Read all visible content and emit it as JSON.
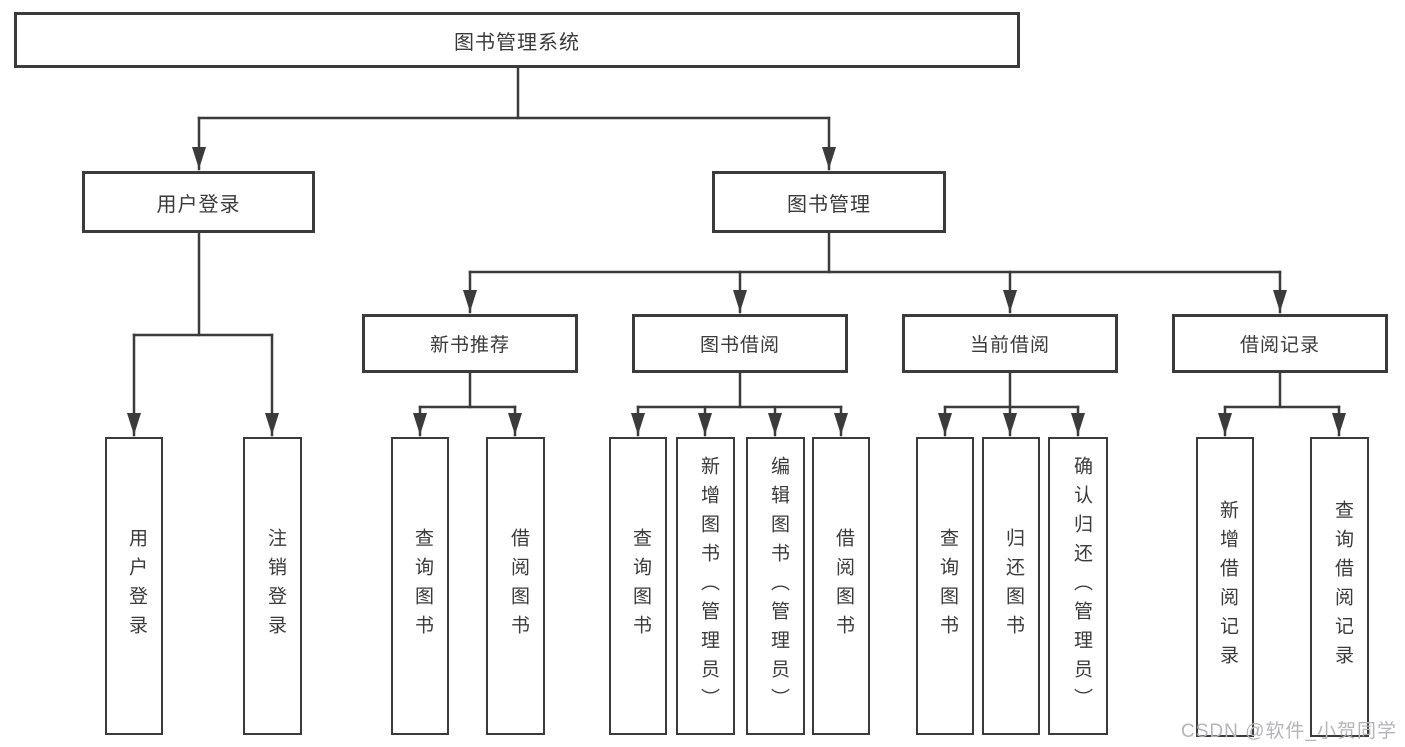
{
  "tree": {
    "label": "图书管理系统",
    "children": [
      {
        "label": "用户登录",
        "children": [
          {
            "label": "用户登录"
          },
          {
            "label": "注销登录"
          }
        ]
      },
      {
        "label": "图书管理",
        "children": [
          {
            "label": "新书推荐",
            "children": [
              {
                "label": "查询图书"
              },
              {
                "label": "借阅图书"
              }
            ]
          },
          {
            "label": "图书借阅",
            "children": [
              {
                "label": "查询图书"
              },
              {
                "label": "新增图书（管理员）"
              },
              {
                "label": "编辑图书（管理员）"
              },
              {
                "label": "借阅图书"
              }
            ]
          },
          {
            "label": "当前借阅",
            "children": [
              {
                "label": "查询图书"
              },
              {
                "label": "归还图书"
              },
              {
                "label": "确认归还（管理员）"
              }
            ]
          },
          {
            "label": "借阅记录",
            "children": [
              {
                "label": "新增借阅记录"
              },
              {
                "label": "查询借阅记录"
              }
            ]
          }
        ]
      }
    ]
  },
  "watermark": {
    "text": "CSDN @软件_小贺同学"
  },
  "colors": {
    "line": "#3b3b3b",
    "text": "#3a3a3a",
    "box_fill": "#ffffff",
    "background": "#ffffff",
    "watermark": "#b5b5b8"
  }
}
